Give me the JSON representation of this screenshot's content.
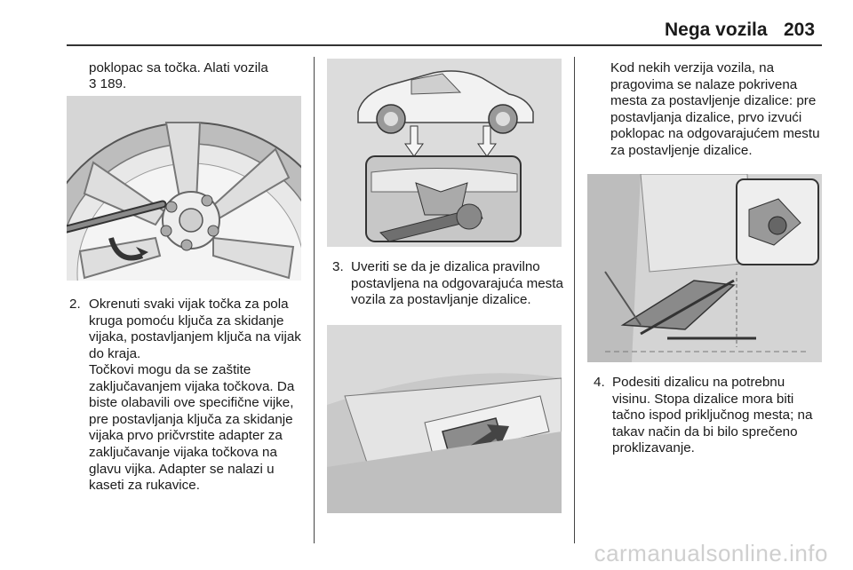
{
  "header": {
    "title": "Nega vozila",
    "page_number": "203"
  },
  "col1": {
    "intro_line1": "poklopac sa točka. Alati vozila",
    "intro_ref": "3 189.",
    "step2_number": "2.",
    "step2_text": "Okrenuti svaki vijak točka za pola kruga pomoću ključa za skidanje vijaka, postavljanjem ključa na vijak do kraja.",
    "step2_note": "Točkovi mogu da se zaštite zaključavanjem vijaka točkova. Da biste olabavili ove specifične vijke, pre postavljanja ključa za skidanje vijaka prvo pričvrstite adapter za zaključavanje vijaka točkova na glavu vijka. Adapter se nalazi u kaseti za rukavice."
  },
  "col2": {
    "step3_number": "3.",
    "step3_text": "Uveriti se da je dizalica pravilno postavljena na odgovarajuća mesta vozila za postavljanje dizalice."
  },
  "col3": {
    "intro_text": "Kod nekih verzija vozila, na pragovima se nalaze pokrivena mesta za postavljenje dizalice: pre postavljanja dizalice, prvo izvući poklopac na odgovarajućem mestu za postavljenje dizalice.",
    "step4_number": "4.",
    "step4_text": "Podesiti dizalicu na potrebnu visinu. Stopa dizalice mora biti tačno ispod priključnog mesta; na takav način da bi bilo sprečeno proklizavanje."
  },
  "watermark": "carmanualsonline.info"
}
